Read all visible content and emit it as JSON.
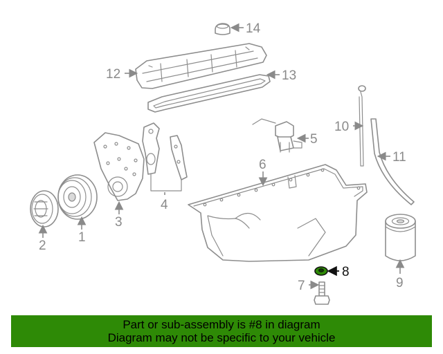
{
  "diagram": {
    "callouts": [
      {
        "id": "1",
        "text": "1"
      },
      {
        "id": "2",
        "text": "2"
      },
      {
        "id": "3",
        "text": "3"
      },
      {
        "id": "4",
        "text": "4"
      },
      {
        "id": "5",
        "text": "5"
      },
      {
        "id": "6",
        "text": "6"
      },
      {
        "id": "7",
        "text": "7"
      },
      {
        "id": "8",
        "text": "8"
      },
      {
        "id": "9",
        "text": "9"
      },
      {
        "id": "10",
        "text": "10"
      },
      {
        "id": "11",
        "text": "11"
      },
      {
        "id": "12",
        "text": "12"
      },
      {
        "id": "13",
        "text": "13"
      },
      {
        "id": "14",
        "text": "14"
      }
    ],
    "highlighted_part": "8",
    "colors": {
      "line_art": "#8d8d8d",
      "highlight_fill": "#2e8a06",
      "banner_background": "#2e8a06"
    }
  },
  "banner": {
    "line1": "Part or sub-assembly is #8 in diagram",
    "line2": "Diagram may not be specific to your vehicle"
  }
}
